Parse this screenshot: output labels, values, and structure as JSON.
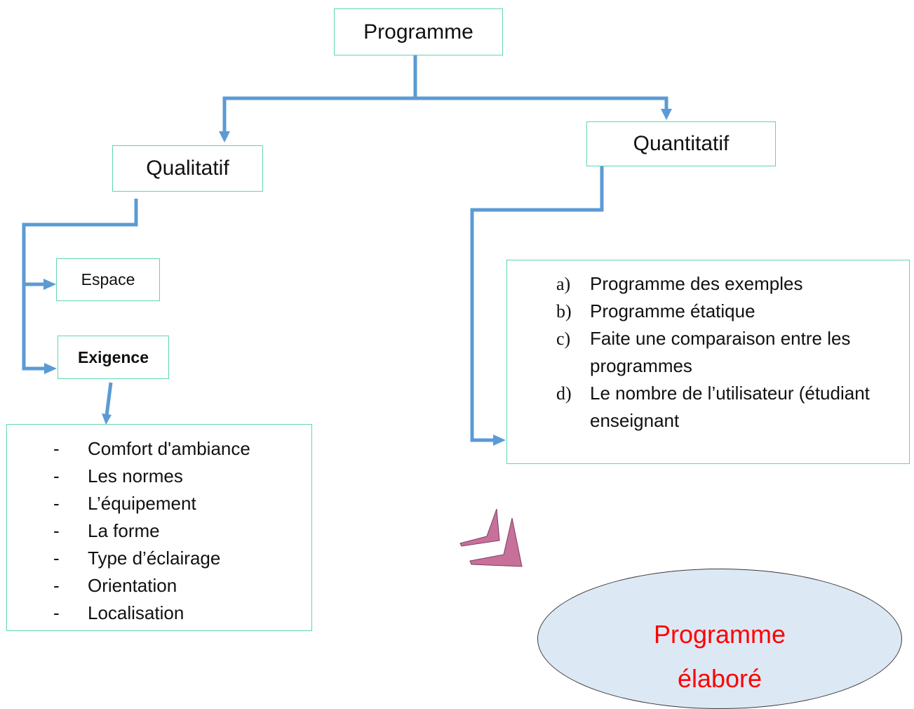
{
  "nodes": {
    "programme": "Programme",
    "qualitatif": "Qualitatif",
    "quantitatif": "Quantitatif",
    "espace": "Espace",
    "exigence": "Exigence"
  },
  "exigence_list": {
    "dash": "-",
    "items": [
      "Comfort d'ambiance",
      "Les normes",
      "L’équipement",
      "La forme",
      "Type d’éclairage",
      "Orientation",
      "Localisation"
    ]
  },
  "quantitatif_list": {
    "items": [
      {
        "marker": "a)",
        "text": "Programme des exemples"
      },
      {
        "marker": "b)",
        "text": "Programme étatique"
      },
      {
        "marker": "c)",
        "text": "Faite une comparaison entre les programmes"
      },
      {
        "marker": "d)",
        "text": "Le nombre de l’utilisateur (étudiant enseignant"
      }
    ]
  },
  "result": {
    "line1": "Programme",
    "line2": "élaboré"
  },
  "colors": {
    "connector": "#5b9bd5",
    "box_border": "#5fd5b2",
    "ellipse_fill": "#dde8f5",
    "result_text": "#ff0000",
    "chevron_fill": "#c7709a"
  },
  "icons": {
    "chevrons": "double-chevron-arrow-icon"
  }
}
